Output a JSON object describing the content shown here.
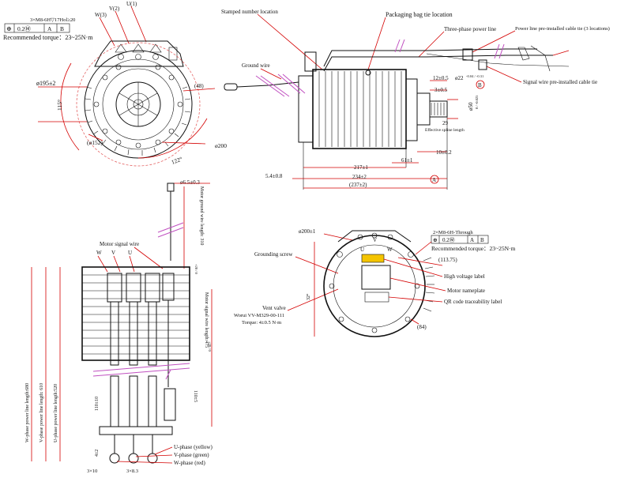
{
  "top_left": {
    "tolerance_spec": "3×M8-6H▽17Hol≥20",
    "frame": {
      "symbol": "⊕",
      "value": "0.2Ⓜ",
      "datum_a": "A",
      "datum_b": "B"
    },
    "recommended_torque": "Recommended torque：23~25N·m",
    "phase_w": "W(3)",
    "phase_v": "V(2)",
    "phase_u": "U(1)",
    "dia_195": "ø195±2",
    "dia_152": "(ø152)",
    "dia_200": "ø200",
    "angle_115": "115°",
    "angle_122": "122°",
    "dim_48": "(48)"
  },
  "side_view": {
    "stamped_number": "Stamped number location",
    "packaging_tie": "Packaging bag tie location",
    "three_phase_line": "Three-phase power line",
    "power_tie": "Power line pre-installed cable tie (3 locations)",
    "signal_tie": "Signal wire pre-installed cable tie",
    "ground_wire": "Ground wire",
    "dim_12": "12±0.5",
    "dim_22": "ø22",
    "dim_22_tol": "-0.04 / -0.31",
    "datum_b": "B",
    "dim_3": "3±0.5",
    "dim_50": "ø50",
    "dim_50_tol": "0 / -0.025",
    "dim_29": "29",
    "effective_spline": "Effective spline length",
    "dim_10": "10±0.2",
    "dim_61": "61±1",
    "dim_217": "217±1",
    "dim_234": "234±2",
    "dim_237": "(237±2)",
    "dim_54": "5.4±0.8",
    "datum_a": "A"
  },
  "bottom_left": {
    "dim_65": "ø6.5±0.3",
    "motor_ground_len": "Motor ground wire length: 310",
    "motor_ground_tol": "+20 / 0",
    "motor_signal_wire": "Motor signal wire",
    "label_w": "W",
    "label_v": "V",
    "label_u": "U",
    "w_len": "W-phase power line length:680",
    "v_len": "V-phase power line length: 610",
    "u_len": "U-phase power line length:520",
    "signal_len": "Motor signal wire length:475",
    "len_tol": "+20 / 0",
    "dim_110_left": "110±10",
    "dim_110_right": "110±5",
    "dim_4": "4±2",
    "dim_3x10": "3×10",
    "dim_3x83": "3×8.3",
    "u_phase": "U-phase (yellow)",
    "v_phase": "V-phase (green)",
    "w_phase": "W-phase (red)"
  },
  "bottom_right": {
    "dia_200": "ø200±1",
    "grounding_screw": "Grounding screw",
    "vent_valve": "Vent valve",
    "vent_spec": "Worui VV-M329-00-111",
    "vent_torque": "Torque: 4±0.5 N·m",
    "spec": "2×M8-6H-Through",
    "frame": {
      "symbol": "⊕",
      "value": "0.2Ⓜ",
      "datum_a": "A",
      "datum_b": "B"
    },
    "recommended_torque": "Recommended torque：23~25N·m",
    "dim_113": "(113.75)",
    "high_voltage": "High voltage label",
    "nameplate": "Motor nameplate",
    "qr_label": "QR code traceability label",
    "dim_84": "(84)",
    "dim_left": "32°",
    "uvw_u": "U",
    "uvw_v": "V",
    "uvw_w": "W"
  }
}
